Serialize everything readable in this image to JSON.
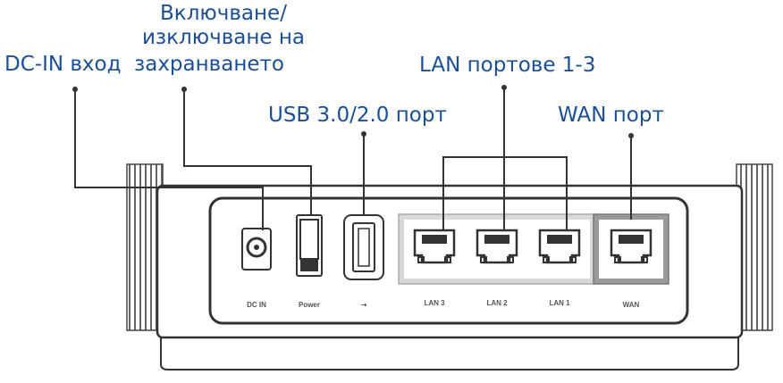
{
  "labels": {
    "power_line1": "Включване/",
    "power_line2": "изключване на",
    "power_line3": "захранването",
    "dcin": "DC-IN вход",
    "lan": "LAN портове 1-3",
    "usb": "USB 3.0/2.0 порт",
    "wan": "WAN порт"
  },
  "ports": {
    "dcin": "DC IN",
    "power": "Power",
    "usb": "⇢",
    "lan3": "LAN 3",
    "lan2": "LAN 2",
    "lan1": "LAN 1",
    "wan": "WAN"
  },
  "colors": {
    "label": "#1a4f96",
    "line": "#333333"
  }
}
